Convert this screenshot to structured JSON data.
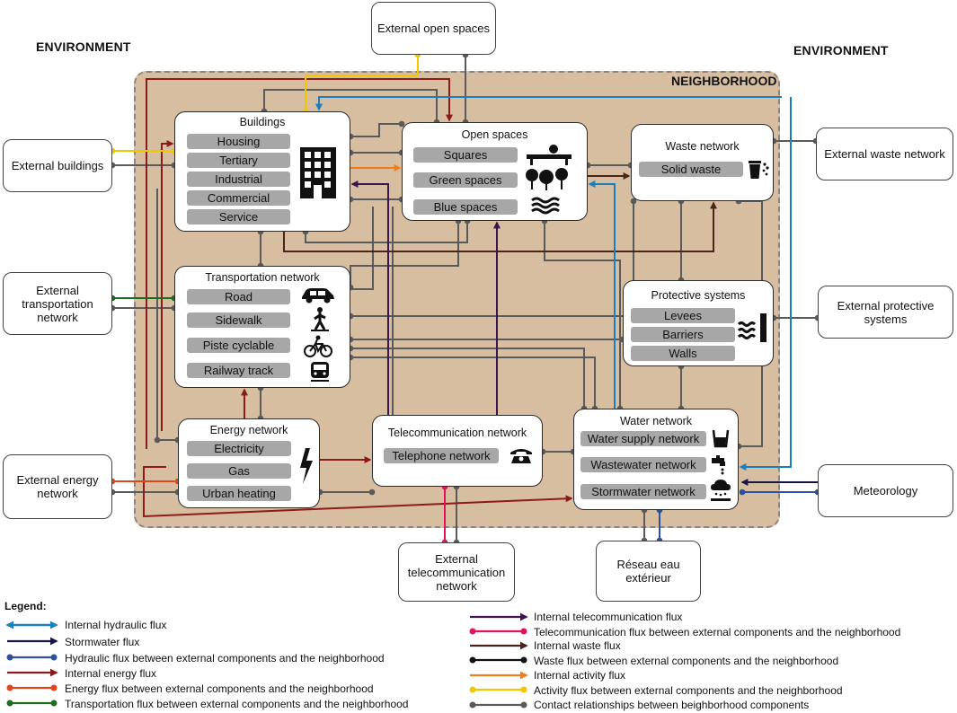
{
  "labels": {
    "environment_left": "ENVIRONMENT",
    "environment_right": "ENVIRONMENT",
    "neighborhood": "NEIGHBORHOOD"
  },
  "boxes": {
    "buildings": {
      "title": "Buildings",
      "items": [
        "Housing",
        "Tertiary",
        "Industrial",
        "Commercial",
        "Service"
      ],
      "icon": "building-icon"
    },
    "open_spaces": {
      "title": "Open spaces",
      "items": [
        "Squares",
        "Green spaces",
        "Blue spaces"
      ],
      "icon": "park-icon"
    },
    "waste": {
      "title": "Waste network",
      "items": [
        "Solid waste"
      ],
      "icon": "trash-bin-icon"
    },
    "transport": {
      "title": "Transportation network",
      "items": [
        "Road",
        "Sidewalk",
        "Piste cyclable",
        "Railway track"
      ],
      "icons": [
        "car-icon",
        "pedestrian-icon",
        "bicycle-icon",
        "train-icon"
      ]
    },
    "protective": {
      "title": "Protective systems",
      "items": [
        "Levees",
        "Barriers",
        "Walls"
      ],
      "icon": "levee-icon"
    },
    "energy": {
      "title": "Energy network",
      "items": [
        "Electricity",
        "Gas",
        "Urban heating"
      ],
      "icon": "lightning-icon"
    },
    "telecom": {
      "title": "Telecommunication network",
      "items": [
        "Telephone network"
      ],
      "icon": "telephone-icon"
    },
    "water": {
      "title": "Water network",
      "items": [
        "Water supply network",
        "Wastewater network",
        "Stormwater network"
      ],
      "icons": [
        "glass-icon",
        "tap-icon",
        "rain-cloud-icon"
      ]
    }
  },
  "external": {
    "open_spaces": "External open spaces",
    "buildings": "External buildings",
    "transport": "External transportation network",
    "energy": "External energy network",
    "telecom": "External telecommunication network",
    "water": "Réseau eau extérieur",
    "meteorology": "Meteorology",
    "protective": "External protective systems",
    "waste": "External waste network"
  },
  "colors": {
    "hydraulic_internal": "#1a7fc1",
    "stormwater": "#151845",
    "hydraulic_external": "#2f4fa0",
    "energy_internal": "#8b1a1a",
    "energy_external": "#e0461b",
    "transport_external": "#1e6b1e",
    "telecom_internal": "#3b1450",
    "telecom_external": "#e0145a",
    "waste_internal": "#4a2418",
    "waste_external": "#111111",
    "activity_internal": "#ee7d1a",
    "activity_external": "#f0c800",
    "contact": "#5a5a5a"
  },
  "legend": {
    "title": "Legend:",
    "items": [
      {
        "label": "Internal hydraulic flux",
        "style": "arrow",
        "color": "#1a7fc1"
      },
      {
        "label": "Stormwater flux",
        "style": "arrow",
        "color": "#151845"
      },
      {
        "label": "Hydraulic flux between external components and the neighborhood",
        "style": "dots",
        "color": "#2f4fa0"
      },
      {
        "label": "Internal energy flux",
        "style": "arrow",
        "color": "#8b1a1a"
      },
      {
        "label": "Energy flux between external components and the neighborhood",
        "style": "dots",
        "color": "#e0461b"
      },
      {
        "label": "Transportation flux between external components and the neighborhood",
        "style": "dots",
        "color": "#1e6b1e"
      },
      {
        "label": "Internal telecommunication flux",
        "style": "arrow",
        "color": "#3b1450"
      },
      {
        "label": "Telecommunication flux between external components and the neighborhood",
        "style": "dots",
        "color": "#e0145a"
      },
      {
        "label": "Internal waste flux",
        "style": "arrow",
        "color": "#4a2418"
      },
      {
        "label": "Waste flux between external components and the neighborhood",
        "style": "dots",
        "color": "#111111"
      },
      {
        "label": "Internal activity flux",
        "style": "arrow",
        "color": "#ee7d1a"
      },
      {
        "label": "Activity flux between external components and the neighborhood",
        "style": "dots",
        "color": "#f0c800"
      },
      {
        "label": "Contact relationships between beighborhood components",
        "style": "dots",
        "color": "#5a5a5a"
      }
    ]
  }
}
